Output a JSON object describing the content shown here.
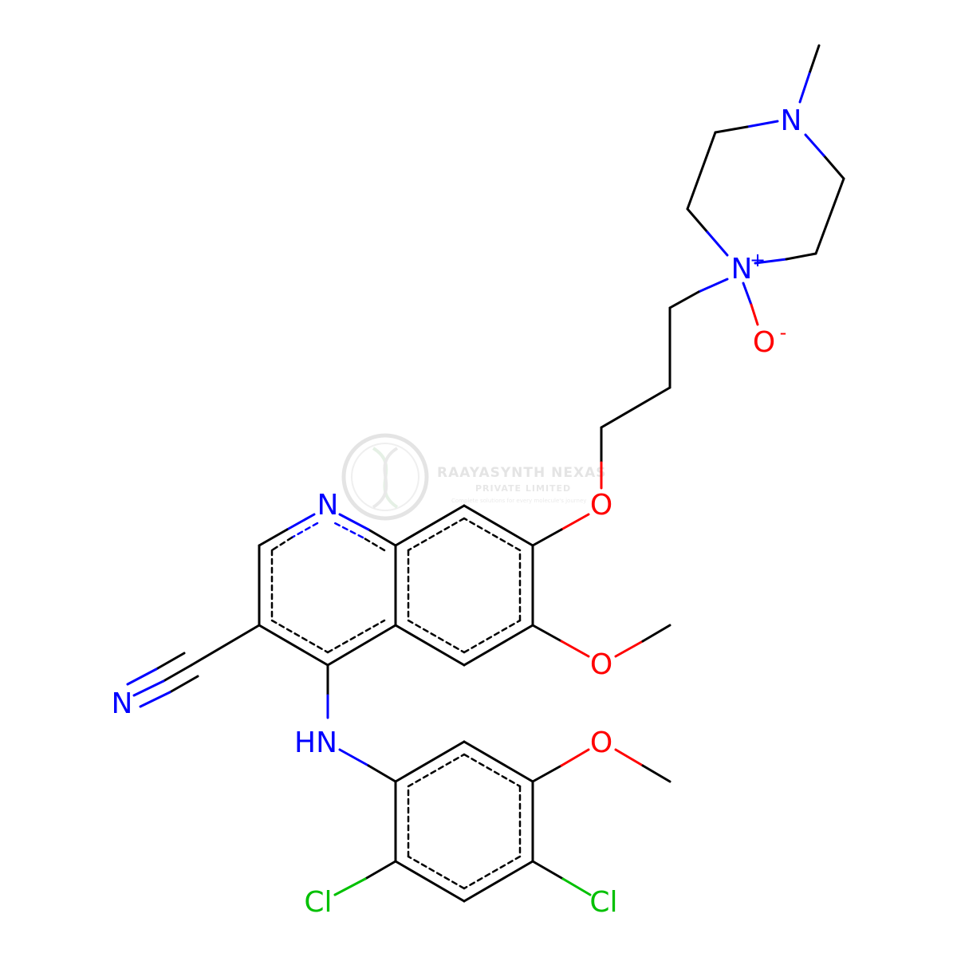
{
  "colors": {
    "bond": "#000000",
    "nitrogen": "#0000ff",
    "oxygen": "#ff0000",
    "chlorine": "#00c000",
    "watermark": "#d6d6d6"
  },
  "atoms": {
    "n_methyl_piperazine": "N",
    "n_oxide": "N",
    "n_oxide_charge": "+",
    "o_oxide": "O",
    "o_oxide_charge": "-",
    "o_propoxy": "O",
    "n_quinoline": "N",
    "o_methoxy_quinoline": "O",
    "n_nitrile": "N",
    "nh_amine": "HN",
    "o_methoxy_phenyl": "O",
    "cl_left": "Cl",
    "cl_right": "Cl"
  },
  "watermark": {
    "title": "RAAYASYNTH NEXAS",
    "subtitle": "PRIVATE LIMITED",
    "tagline": "Complete solutions for every molecule's journey"
  }
}
